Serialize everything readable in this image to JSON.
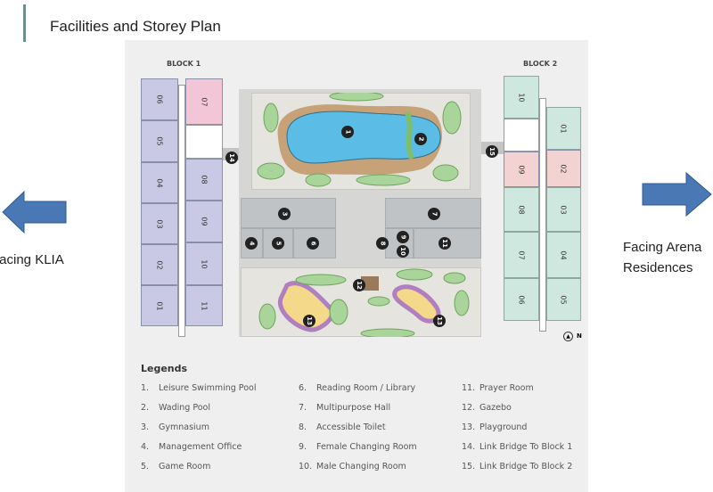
{
  "header": {
    "title": "Facilities and Storey Plan"
  },
  "left": {
    "label": "Facing KLIA",
    "arrow_color": "#4a78b5"
  },
  "right": {
    "label_line1": "Facing Arena",
    "label_line2": "Residences",
    "arrow_color": "#4a78b5"
  },
  "plan": {
    "block1": {
      "label": "BLOCK 1",
      "left_units": [
        "06",
        "05",
        "04",
        "03",
        "02",
        "01"
      ],
      "right_units": [
        "07",
        "08",
        "09",
        "10",
        "11"
      ]
    },
    "block2": {
      "label": "BLOCK 2",
      "left_units": [
        "10",
        "09",
        "08",
        "07",
        "06"
      ],
      "right_units": [
        "01",
        "02",
        "03",
        "04",
        "05"
      ]
    },
    "markers": [
      "1",
      "2",
      "3",
      "4",
      "5",
      "6",
      "7",
      "8",
      "9",
      "10",
      "11",
      "12",
      "13",
      "13",
      "14",
      "15"
    ],
    "north": "N",
    "colors": {
      "pool": "#5bbde6",
      "garden": "#a9d49a",
      "block1": "#c9c9e6",
      "block2": "#cfe8df",
      "highlight": "#f2c6d6"
    }
  },
  "legend": {
    "title": "Legends",
    "items": [
      {
        "num": "1.",
        "label": "Leisure Swimming Pool"
      },
      {
        "num": "2.",
        "label": "Wading Pool"
      },
      {
        "num": "3.",
        "label": "Gymnasium"
      },
      {
        "num": "4.",
        "label": "Management Office"
      },
      {
        "num": "5.",
        "label": "Game Room"
      },
      {
        "num": "6.",
        "label": "Reading Room / Library"
      },
      {
        "num": "7.",
        "label": "Multipurpose Hall"
      },
      {
        "num": "8.",
        "label": "Accessible Toilet"
      },
      {
        "num": "9.",
        "label": "Female Changing Room"
      },
      {
        "num": "10.",
        "label": "Male Changing Room"
      },
      {
        "num": "11.",
        "label": "Prayer Room"
      },
      {
        "num": "12.",
        "label": "Gazebo"
      },
      {
        "num": "13.",
        "label": "Playground"
      },
      {
        "num": "14.",
        "label": "Link Bridge To Block 1"
      },
      {
        "num": "15.",
        "label": "Link Bridge To Block 2"
      }
    ]
  }
}
